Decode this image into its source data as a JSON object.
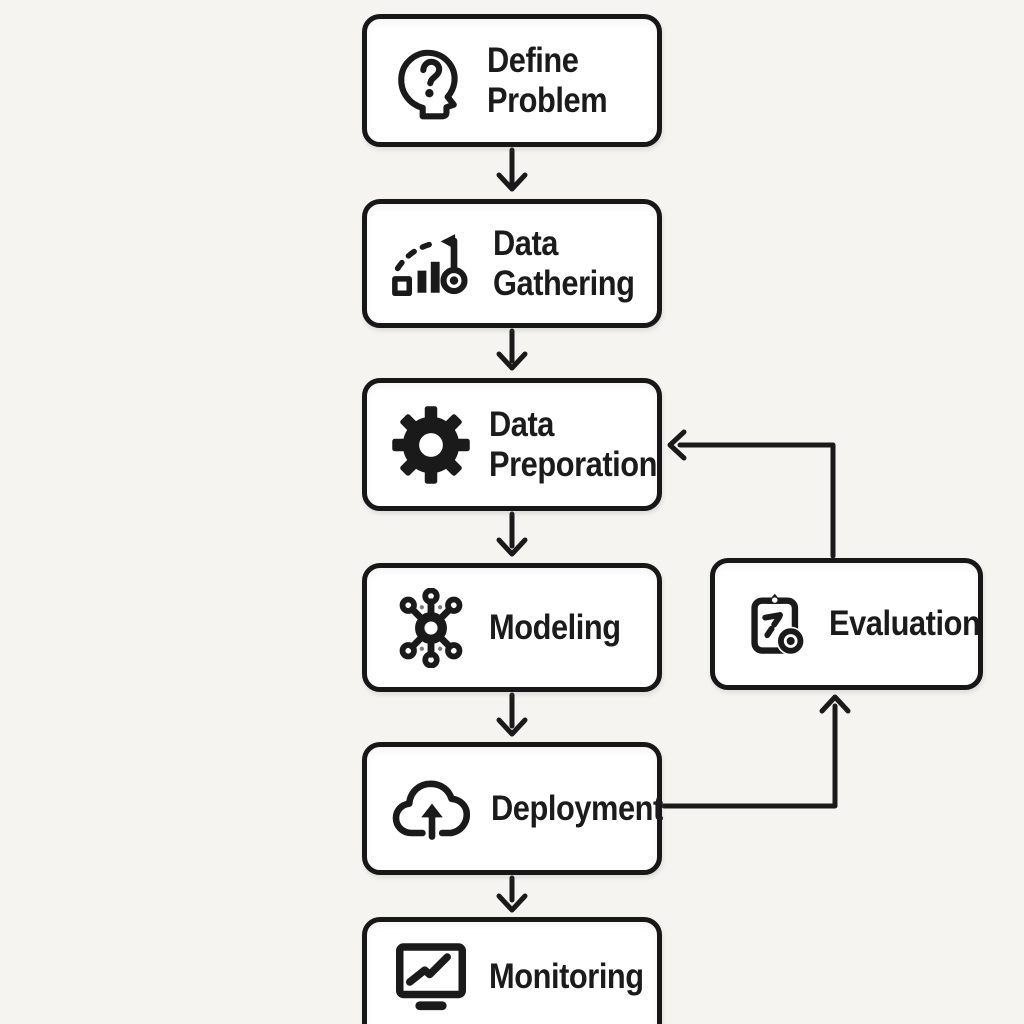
{
  "diagram": {
    "type": "flowchart",
    "title": "",
    "background_color": "#f5f4f1",
    "box_fill_color": "#ffffff",
    "line_color": "#1a1a1a",
    "text_color": "#1b1b1b",
    "nodes": [
      {
        "id": "define-problem",
        "line1": "Define",
        "line2": "Problem",
        "icon": "head-question-icon"
      },
      {
        "id": "data-gathering",
        "line1": "Data",
        "line2": "Gathering",
        "icon": "chart-target-icon"
      },
      {
        "id": "data-preparation",
        "line1": "Data",
        "line2": "Preporation",
        "icon": "gear-icon"
      },
      {
        "id": "modeling",
        "line1": "Modeling",
        "icon": "network-nodes-icon"
      },
      {
        "id": "deployment",
        "line1": "Deployment",
        "icon": "cloud-upload-icon"
      },
      {
        "id": "monitoring",
        "line1": "Monitoring",
        "icon": "monitor-chart-icon"
      },
      {
        "id": "evaluation",
        "line1": "Evaluation",
        "icon": "clipboard-target-icon"
      }
    ],
    "edges": [
      {
        "from": "define-problem",
        "to": "data-gathering",
        "style": "arrow-down"
      },
      {
        "from": "data-gathering",
        "to": "data-preparation",
        "style": "arrow-down"
      },
      {
        "from": "data-preparation",
        "to": "modeling",
        "style": "arrow-down"
      },
      {
        "from": "modeling",
        "to": "deployment",
        "style": "arrow-down"
      },
      {
        "from": "deployment",
        "to": "monitoring",
        "style": "arrow-down"
      },
      {
        "from": "deployment",
        "to": "evaluation",
        "style": "elbow-right-then-up"
      },
      {
        "from": "evaluation",
        "to": "data-preparation",
        "style": "elbow-up-then-left"
      }
    ]
  }
}
